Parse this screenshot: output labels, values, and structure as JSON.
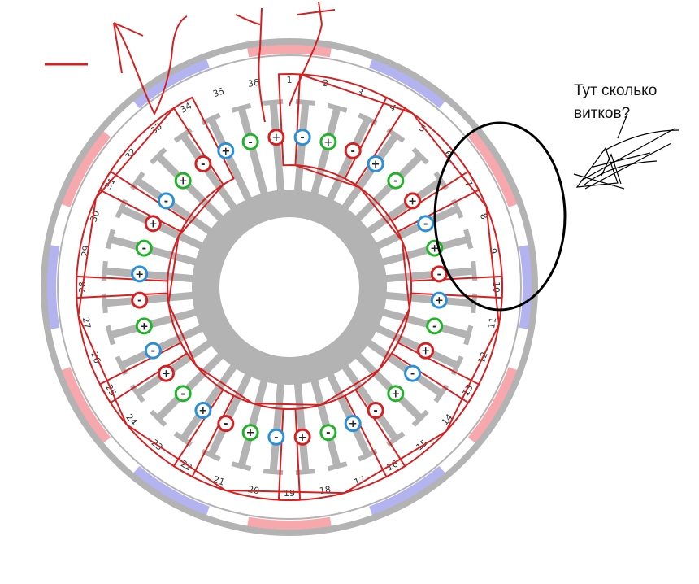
{
  "question": {
    "line1": "Тут сколько",
    "line2": "витков?"
  },
  "slots": [
    "1",
    "2",
    "3",
    "4",
    "5",
    "6",
    "7",
    "8",
    "9",
    "10",
    "11",
    "12",
    "13",
    "14",
    "15",
    "16",
    "17",
    "18",
    "19",
    "20",
    "21",
    "22",
    "23",
    "24",
    "25",
    "26",
    "27",
    "28",
    "29",
    "30",
    "31",
    "32",
    "33",
    "34",
    "35",
    "36"
  ],
  "conductors": [
    {
      "slot": 1,
      "sign": "+",
      "phase": "red"
    },
    {
      "slot": 2,
      "sign": "-",
      "phase": "blue"
    },
    {
      "slot": 3,
      "sign": "+",
      "phase": "green"
    },
    {
      "slot": 4,
      "sign": "-",
      "phase": "red"
    },
    {
      "slot": 5,
      "sign": "+",
      "phase": "blue"
    },
    {
      "slot": 6,
      "sign": "-",
      "phase": "green"
    },
    {
      "slot": 7,
      "sign": "+",
      "phase": "red"
    },
    {
      "slot": 8,
      "sign": "-",
      "phase": "blue"
    },
    {
      "slot": 9,
      "sign": "+",
      "phase": "green"
    },
    {
      "slot": 10,
      "sign": "-",
      "phase": "red"
    },
    {
      "slot": 11,
      "sign": "+",
      "phase": "blue"
    },
    {
      "slot": 12,
      "sign": "-",
      "phase": "green"
    },
    {
      "slot": 13,
      "sign": "+",
      "phase": "red"
    },
    {
      "slot": 14,
      "sign": "-",
      "phase": "blue"
    },
    {
      "slot": 15,
      "sign": "+",
      "phase": "green"
    },
    {
      "slot": 16,
      "sign": "-",
      "phase": "red"
    },
    {
      "slot": 17,
      "sign": "+",
      "phase": "blue"
    },
    {
      "slot": 18,
      "sign": "-",
      "phase": "green"
    },
    {
      "slot": 19,
      "sign": "+",
      "phase": "red"
    },
    {
      "slot": 20,
      "sign": "-",
      "phase": "blue"
    },
    {
      "slot": 21,
      "sign": "+",
      "phase": "green"
    },
    {
      "slot": 22,
      "sign": "-",
      "phase": "red"
    },
    {
      "slot": 23,
      "sign": "+",
      "phase": "blue"
    },
    {
      "slot": 24,
      "sign": "-",
      "phase": "green"
    },
    {
      "slot": 25,
      "sign": "+",
      "phase": "red"
    },
    {
      "slot": 26,
      "sign": "-",
      "phase": "blue"
    },
    {
      "slot": 27,
      "sign": "+",
      "phase": "green"
    },
    {
      "slot": 28,
      "sign": "-",
      "phase": "red"
    },
    {
      "slot": 29,
      "sign": "+",
      "phase": "blue"
    },
    {
      "slot": 30,
      "sign": "-",
      "phase": "green"
    },
    {
      "slot": 31,
      "sign": "+",
      "phase": "red"
    },
    {
      "slot": 32,
      "sign": "-",
      "phase": "blue"
    },
    {
      "slot": 33,
      "sign": "+",
      "phase": "green"
    },
    {
      "slot": 34,
      "sign": "-",
      "phase": "red"
    },
    {
      "slot": 35,
      "sign": "+",
      "phase": "blue"
    },
    {
      "slot": 36,
      "sign": "-",
      "phase": "green"
    }
  ],
  "coils": [
    {
      "from": 1,
      "to": 4
    },
    {
      "from": 4,
      "to": 7
    },
    {
      "from": 7,
      "to": 10
    },
    {
      "from": 10,
      "to": 13
    },
    {
      "from": 13,
      "to": 16
    },
    {
      "from": 16,
      "to": 19
    },
    {
      "from": 19,
      "to": 22
    },
    {
      "from": 22,
      "to": 25
    },
    {
      "from": 25,
      "to": 28
    },
    {
      "from": 28,
      "to": 31
    },
    {
      "from": 31,
      "to": 34
    },
    {
      "from": 34,
      "to": 1
    }
  ],
  "magnets": [
    "red",
    "blue",
    "red",
    "blue",
    "red",
    "blue",
    "red",
    "blue",
    "red",
    "blue",
    "red",
    "blue"
  ],
  "colors": {
    "stator": "#b3b3b3",
    "magnet_red": "#f7a8ad",
    "magnet_blue": "#b3b3f0",
    "phase_red": "#d42020",
    "phase_blue": "#2a8fd6",
    "phase_green": "#22b22a",
    "annotation_red": "#d42020",
    "annotation_black": "#000000"
  }
}
